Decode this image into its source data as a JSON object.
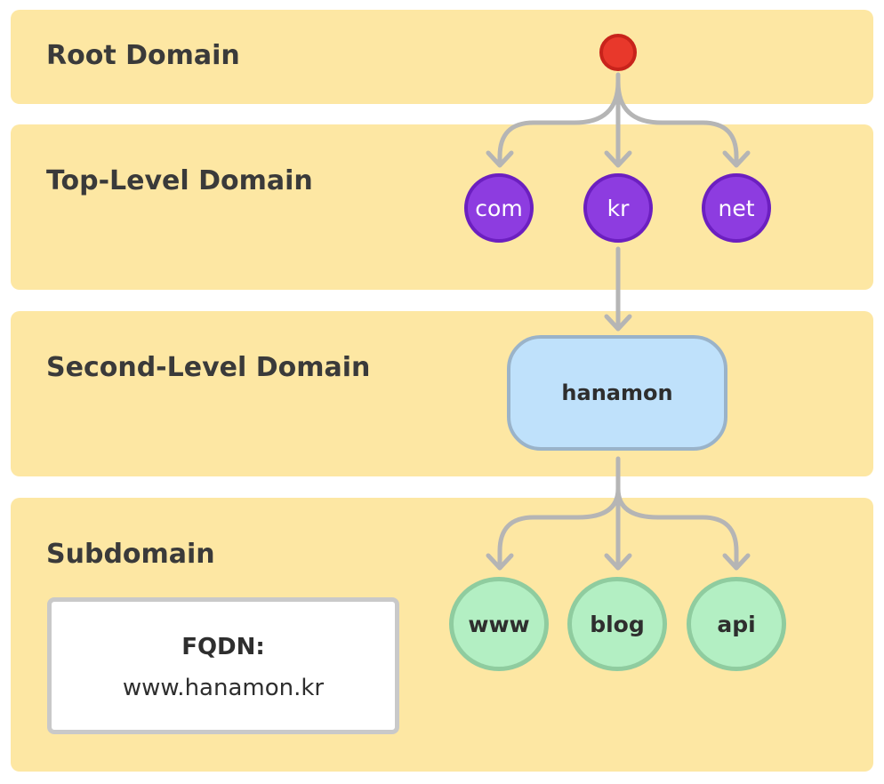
{
  "levels": {
    "root": "Root Domain",
    "tld": "Top-Level Domain",
    "sld": "Second-Level Domain",
    "sub": "Subdomain"
  },
  "nodes": {
    "tld": [
      "com",
      "kr",
      "net"
    ],
    "sld": "hanamon",
    "sub": [
      "www",
      "blog",
      "api"
    ]
  },
  "fqdn": {
    "title": "FQDN:",
    "value": "www.hanamon.kr"
  },
  "colors": {
    "band": "#fde7a3",
    "root": "#e8382b",
    "tld": "#8d3ce0",
    "sld": "#bfe1fb",
    "sub": "#b3efc3",
    "edge": "#b5b5b5"
  }
}
